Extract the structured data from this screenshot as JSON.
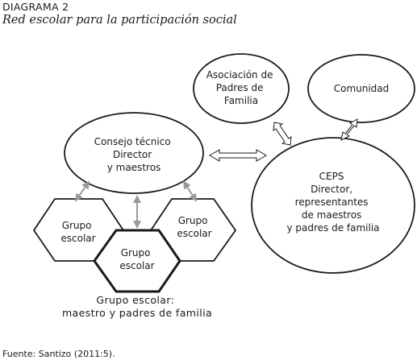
{
  "header": {
    "number": "DIAGRAMA 2",
    "title": "Red escolar para la participación social"
  },
  "nodes": {
    "asociacion": [
      "Asociación de",
      "Padres de",
      "Familia"
    ],
    "comunidad": [
      "Comunidad"
    ],
    "consejo": [
      "Consejo técnico",
      "Director",
      "y maestros"
    ],
    "ceps": [
      "CEPS",
      "Director,",
      "representantes",
      "de maestros",
      "y padres de familia"
    ],
    "grupo_left": [
      "Grupo",
      "escolar"
    ],
    "grupo_center": [
      "Grupo",
      "escolar"
    ],
    "grupo_right": [
      "Grupo",
      "escolar"
    ]
  },
  "caption": [
    "Grupo escolar:",
    "maestro y padres de familia"
  ],
  "source": "Fuente: Santizo (2011:5)."
}
